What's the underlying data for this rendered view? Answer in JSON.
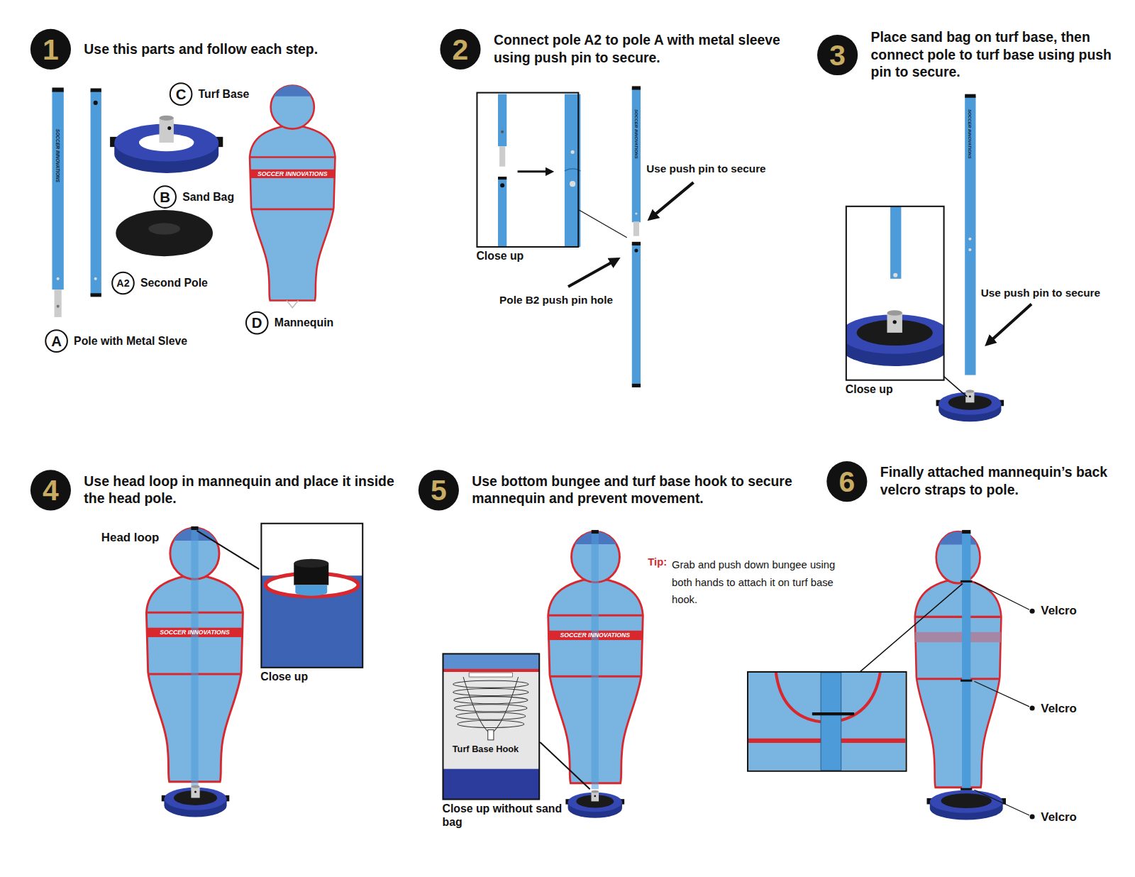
{
  "diagram": {
    "nodes": [
      {
        "text": [
          "1",
          "Use this parts and follow each step."
        ]
      },
      {
        "text": [
          "C",
          "Turf Base"
        ]
      },
      {
        "text": [
          "B",
          "Sand Bag"
        ]
      },
      {
        "text": [
          "A2",
          "Second Pole"
        ]
      },
      {
        "text": [
          "D",
          "Mannequin"
        ]
      },
      {
        "text": [
          "A",
          "Pole with Metal Sleve"
        ]
      },
      {
        "text": [
          "2",
          "Connect pole A2 to pole A with metal sleeve using push pin to secure."
        ]
      },
      {
        "text": [
          "Close up"
        ]
      },
      {
        "text": [
          "3",
          "Place sand bag on turf base, then connect pole to turf base using push pin to secure."
        ]
      },
      {
        "text": [
          "Close up"
        ]
      },
      {
        "text": [
          "4",
          "Use head loop in mannequin and place it inside the head pole."
        ]
      },
      {
        "text": [
          "Close up"
        ]
      },
      {
        "text": [
          "5",
          "Use bottom bungee and turf base hook to secure mannequin and prevent movement."
        ]
      },
      {
        "text": [
          "Turf Base Hook",
          "Close up without sand bag"
        ]
      },
      {
        "text": [
          "6",
          "Finally attached mannequin’s back velcro straps to pole."
        ]
      }
    ],
    "labels": [
      "SOCCER INNOVATIONS",
      "SOCCER INNOVATIONS",
      "Use push pin to secure",
      "SOCCER INNOVATIONS",
      "Pole B2 push pin hole",
      "SOCCER INNOVATIONS",
      "Use push pin to secure",
      "Head loop",
      "SOCCER INNOVATIONS",
      "Tip:",
      "Grab and push down bungee using both hands to attach it on turf base hook.",
      "SOCCER INNOVATIONS",
      "Velcro",
      "Velcro",
      "Velcro"
    ]
  }
}
